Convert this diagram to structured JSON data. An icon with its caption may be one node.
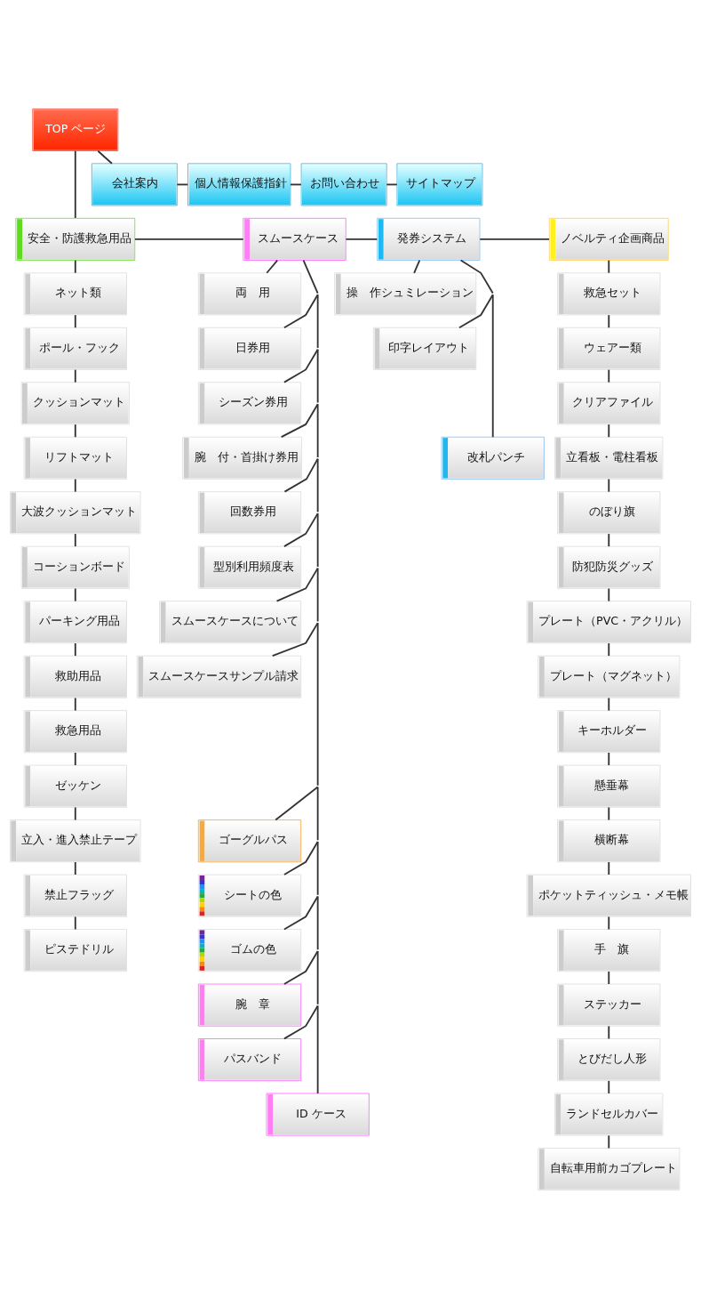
{
  "diagram": {
    "nodes": [
      {
        "text": [
          "TOP ページ"
        ]
      },
      {
        "text": [
          "会社案内"
        ]
      },
      {
        "text": [
          "個人情報保護指針"
        ]
      },
      {
        "text": [
          "お問い合わせ"
        ]
      },
      {
        "text": [
          "サイトマップ"
        ]
      },
      {
        "text": [
          "安全・防護救急用品"
        ]
      },
      {
        "text": [
          "スムースケース"
        ]
      },
      {
        "text": [
          "発券システム"
        ]
      },
      {
        "text": [
          "ノベルティ企画商品"
        ]
      },
      {
        "text": [
          "ネット類"
        ]
      },
      {
        "text": [
          "ポール・フック"
        ]
      },
      {
        "text": [
          "クッションマット"
        ]
      },
      {
        "text": [
          "リフトマット"
        ]
      },
      {
        "text": [
          "大波クッションマット"
        ]
      },
      {
        "text": [
          "コーションボード"
        ]
      },
      {
        "text": [
          "パーキング用品"
        ]
      },
      {
        "text": [
          "救助用品"
        ]
      },
      {
        "text": [
          "救急用品"
        ]
      },
      {
        "text": [
          "ゼッケン"
        ]
      },
      {
        "text": [
          "立入・進入禁止テープ"
        ]
      },
      {
        "text": [
          "禁止フラッグ"
        ]
      },
      {
        "text": [
          "ピステドリル"
        ]
      },
      {
        "text": [
          "両　用"
        ]
      },
      {
        "text": [
          "日券用"
        ]
      },
      {
        "text": [
          "シーズン券用"
        ]
      },
      {
        "text": [
          "腕　付・首掛け券用"
        ]
      },
      {
        "text": [
          "回数券用"
        ]
      },
      {
        "text": [
          "型別利用頻度表"
        ]
      },
      {
        "text": [
          "スムースケースについて"
        ]
      },
      {
        "text": [
          "スムースケースサンプル請求"
        ]
      },
      {
        "text": [
          "操　作シュミレーション"
        ]
      },
      {
        "text": [
          "印字レイアウト"
        ]
      },
      {
        "text": [
          "改札パンチ"
        ]
      },
      {
        "text": [
          "救急セット"
        ]
      },
      {
        "text": [
          "ウェアー類"
        ]
      },
      {
        "text": [
          "クリアファイル"
        ]
      },
      {
        "text": [
          "立看板・電柱看板"
        ]
      },
      {
        "text": [
          "のぼり旗"
        ]
      },
      {
        "text": [
          "防犯防災グッズ"
        ]
      },
      {
        "text": [
          "プレート（PVC・アクリル）"
        ]
      },
      {
        "text": [
          "プレート（マグネット）"
        ]
      },
      {
        "text": [
          "キーホルダー"
        ]
      },
      {
        "text": [
          "懸垂幕"
        ]
      },
      {
        "text": [
          "横断幕"
        ]
      },
      {
        "text": [
          "ポケットティッシュ・メモ帳"
        ]
      },
      {
        "text": [
          "手　旗"
        ]
      },
      {
        "text": [
          "ステッカー"
        ]
      },
      {
        "text": [
          "とびだし人形"
        ]
      },
      {
        "text": [
          "ランドセルカバー"
        ]
      },
      {
        "text": [
          "自転車用前カゴプレート"
        ]
      },
      {
        "text": [
          "ゴーグルパス"
        ]
      },
      {
        "text": [
          "シートの色"
        ]
      },
      {
        "text": [
          "ゴムの色"
        ]
      },
      {
        "text": [
          "腕　章"
        ]
      },
      {
        "text": [
          "パスバンド"
        ]
      },
      {
        "text": [
          "ID ケース"
        ]
      }
    ],
    "edges": [
      {
        "from": 0,
        "to": 5,
        "arrow": "none"
      },
      {
        "from": 0,
        "to": 1,
        "arrow": "none"
      },
      {
        "from": 1,
        "to": 2,
        "arrow": "none"
      },
      {
        "from": 2,
        "to": 3,
        "arrow": "none"
      },
      {
        "from": 3,
        "to": 4,
        "arrow": "none"
      },
      {
        "from": 5,
        "to": 6,
        "arrow": "none"
      },
      {
        "from": 6,
        "to": 7,
        "arrow": "none"
      },
      {
        "from": 7,
        "to": 8,
        "arrow": "none"
      },
      {
        "from": 5,
        "to": 9,
        "arrow": "none"
      },
      {
        "from": 9,
        "to": 10,
        "arrow": "none"
      },
      {
        "from": 10,
        "to": 11,
        "arrow": "none"
      },
      {
        "from": 11,
        "to": 12,
        "arrow": "none"
      },
      {
        "from": 12,
        "to": 13,
        "arrow": "none"
      },
      {
        "from": 13,
        "to": 14,
        "arrow": "none"
      },
      {
        "from": 14,
        "to": 15,
        "arrow": "none"
      },
      {
        "from": 15,
        "to": 16,
        "arrow": "none"
      },
      {
        "from": 16,
        "to": 17,
        "arrow": "none"
      },
      {
        "from": 17,
        "to": 18,
        "arrow": "none"
      },
      {
        "from": 18,
        "to": 19,
        "arrow": "none"
      },
      {
        "from": 19,
        "to": 20,
        "arrow": "none"
      },
      {
        "from": 20,
        "to": 21,
        "arrow": "none"
      },
      {
        "from": 6,
        "to": 22,
        "arrow": "none"
      },
      {
        "from": 6,
        "to": 23,
        "arrow": "none"
      },
      {
        "from": 6,
        "to": 24,
        "arrow": "none"
      },
      {
        "from": 6,
        "to": 25,
        "arrow": "none"
      },
      {
        "from": 6,
        "to": 26,
        "arrow": "none"
      },
      {
        "from": 6,
        "to": 27,
        "arrow": "none"
      },
      {
        "from": 6,
        "to": 28,
        "arrow": "none"
      },
      {
        "from": 6,
        "to": 29,
        "arrow": "none"
      },
      {
        "from": 7,
        "to": 30,
        "arrow": "none"
      },
      {
        "from": 7,
        "to": 31,
        "arrow": "none"
      },
      {
        "from": 7,
        "to": 32,
        "arrow": "none"
      },
      {
        "from": 8,
        "to": 33,
        "arrow": "none"
      },
      {
        "from": 33,
        "to": 34,
        "arrow": "none"
      },
      {
        "from": 34,
        "to": 35,
        "arrow": "none"
      },
      {
        "from": 35,
        "to": 36,
        "arrow": "none"
      },
      {
        "from": 36,
        "to": 37,
        "arrow": "none"
      },
      {
        "from": 37,
        "to": 38,
        "arrow": "none"
      },
      {
        "from": 38,
        "to": 39,
        "arrow": "none"
      },
      {
        "from": 39,
        "to": 40,
        "arrow": "none"
      },
      {
        "from": 40,
        "to": 41,
        "arrow": "none"
      },
      {
        "from": 41,
        "to": 42,
        "arrow": "none"
      },
      {
        "from": 42,
        "to": 43,
        "arrow": "none"
      },
      {
        "from": 43,
        "to": 44,
        "arrow": "none"
      },
      {
        "from": 44,
        "to": 45,
        "arrow": "none"
      },
      {
        "from": 45,
        "to": 46,
        "arrow": "none"
      },
      {
        "from": 46,
        "to": 47,
        "arrow": "none"
      },
      {
        "from": 47,
        "to": 48,
        "arrow": "none"
      },
      {
        "from": 48,
        "to": 49,
        "arrow": "none"
      },
      {
        "from": 6,
        "to": 50,
        "arrow": "none"
      },
      {
        "from": 6,
        "to": 51,
        "arrow": "none"
      },
      {
        "from": 6,
        "to": 52,
        "arrow": "none"
      },
      {
        "from": 6,
        "to": 53,
        "arrow": "none"
      },
      {
        "from": 6,
        "to": 54,
        "arrow": "none"
      },
      {
        "from": 6,
        "to": 55,
        "arrow": "none"
      }
    ]
  }
}
